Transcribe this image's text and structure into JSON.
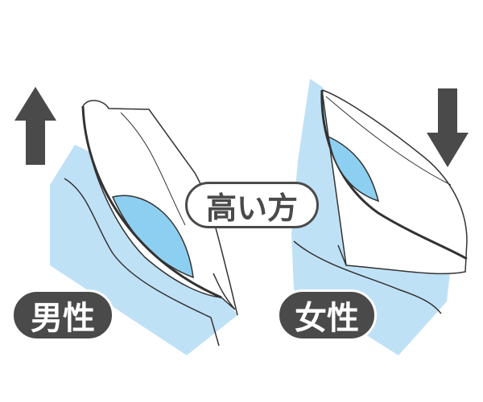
{
  "labels": {
    "higher": "高い方",
    "male": "男性",
    "female": "女性"
  },
  "icons": [
    "arrow-up-icon",
    "arrow-down-icon"
  ],
  "colors": {
    "light_blue": "#bfe1f6",
    "mid_blue": "#8dcff0",
    "dark": "#4a4a4a"
  }
}
